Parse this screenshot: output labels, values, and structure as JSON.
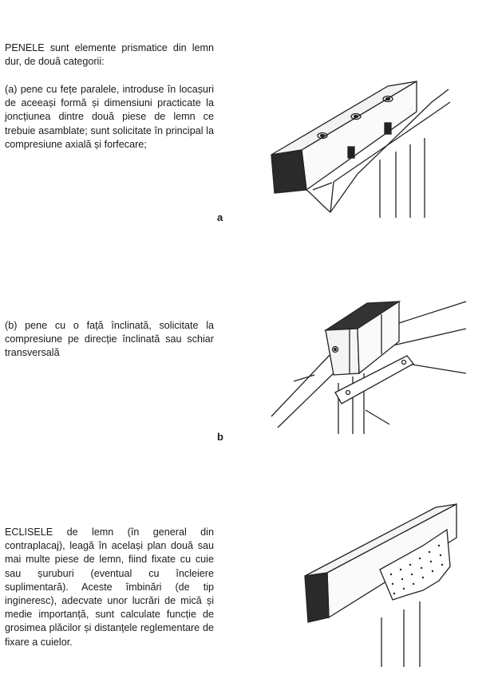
{
  "intro": {
    "text": "PENELE sunt elemente prismatice din lemn dur, de două categorii:"
  },
  "item_a": {
    "text": "(a) pene cu fețe paralele, introduse în locașuri de aceeași formă și dimensiuni practicate la joncțiunea dintre două piese de lemn ce trebuie asamblate; sunt solicitate în principal la compresiune axială și forfecare;"
  },
  "item_b": {
    "text": "(b) pene cu o față înclinată, solicitate la compresiune pe direcție înclinată sau schiar transversală"
  },
  "eclise": {
    "text": "ECLISELE de lemn (în general din contraplacaj), leagă în același plan două sau mai multe piese de lemn, fiind fixate cu cuie sau șuruburi (eventual cu încleiere suplimentară). Aceste îmbinări (de tip ingineresc), adecvate unor lucrări de mică și medie importanță, sunt calculate funcție de grosimea plăcilor și distanțele reglementare de fixare a cuielor."
  },
  "figures": {
    "a_label": "a",
    "b_label": "b"
  }
}
